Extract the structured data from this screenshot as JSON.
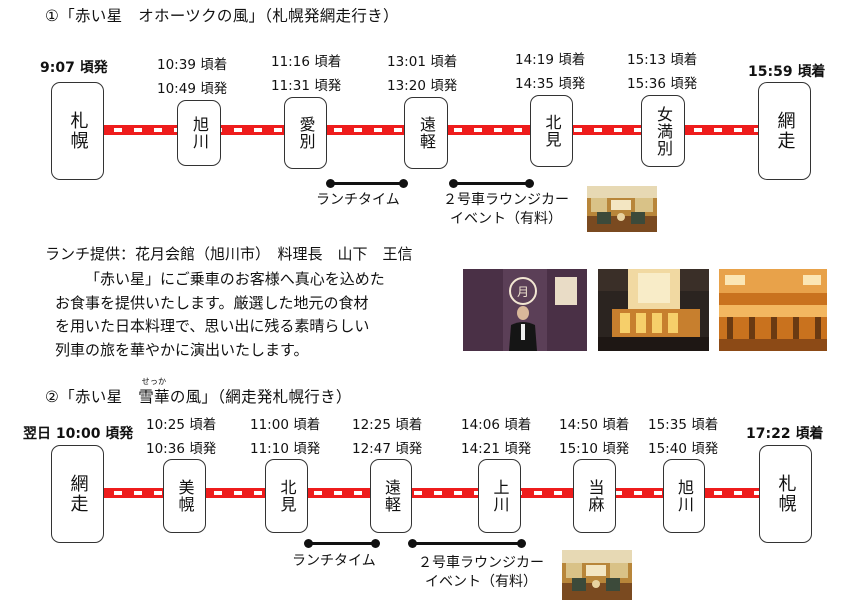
{
  "route1": {
    "heading_num": "①",
    "heading_pre": "「赤い星　オホーツクの風」（札幌発網走行き）",
    "stations": [
      {
        "name": "札幌",
        "t1": "9:07 頃発",
        "t2": ""
      },
      {
        "name": "旭川",
        "t1": "10:39 頃着",
        "t2": "10:49 頃発"
      },
      {
        "name": "愛別",
        "t1": "11:16 頃着",
        "t2": "11:31 頃発"
      },
      {
        "name": "遠軽",
        "t1": "13:01 頃着",
        "t2": "13:20 頃発"
      },
      {
        "name": "北見",
        "t1": "14:19 頃着",
        "t2": "14:35 頃発"
      },
      {
        "name": "女満別",
        "t1": "15:13 頃着",
        "t2": "15:36 頃発"
      },
      {
        "name": "網走",
        "t1": "15:59 頃着",
        "t2": ""
      }
    ],
    "lunch_label": "ランチタイム",
    "event_label_line1": "２号車ラウンジカー",
    "event_label_line2": "イベント（有料）"
  },
  "lunch_info": {
    "provider": "ランチ提供：花月会館（旭川市）　料理長　山下　王信",
    "lines": [
      "「赤い星」にご乗車のお客様へ真心を込めた",
      "お食事を提供いたします。厳選した地元の食材",
      "を用いた日本料理で、思い出に残る素晴らしい",
      "列車の旅を華やかに演出いたします。"
    ],
    "logo_text": "月"
  },
  "route2": {
    "heading_num": "②",
    "heading_a": "「赤い星　",
    "heading_ruby_base": "雪華",
    "heading_ruby_text": "せっか",
    "heading_b": "の風」（網走発札幌行き）",
    "stations": [
      {
        "name": "網走",
        "t1": "翌日 10:00 頃発",
        "t2": ""
      },
      {
        "name": "美幌",
        "t1": "10:25 頃着",
        "t2": "10:36 頃発"
      },
      {
        "name": "北見",
        "t1": "11:00 頃着",
        "t2": "11:10 頃発"
      },
      {
        "name": "遠軽",
        "t1": "12:25 頃着",
        "t2": "12:47 頃発"
      },
      {
        "name": "上川",
        "t1": "14:06 頃着",
        "t2": "14:21 頃発"
      },
      {
        "name": "当麻",
        "t1": "14:50 頃着",
        "t2": "15:10 頃発"
      },
      {
        "name": "旭川",
        "t1": "15:35 頃着",
        "t2": "15:40 頃発"
      },
      {
        "name": "札幌",
        "t1": "17:22 頃着",
        "t2": ""
      }
    ],
    "lunch_label": "ランチタイム",
    "event_label_line1": "２号車ラウンジカー",
    "event_label_line2": "イベント（有料）"
  },
  "colors": {
    "track": "#ee1c1c"
  }
}
